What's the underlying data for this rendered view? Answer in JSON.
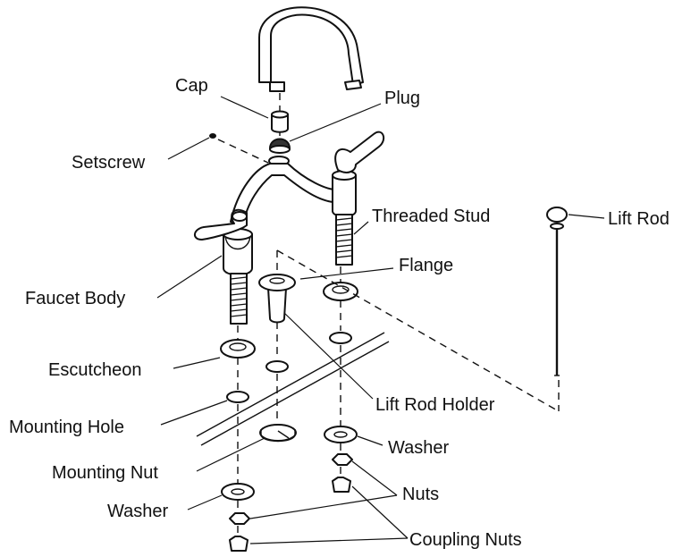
{
  "labels": {
    "cap": "Cap",
    "plug": "Plug",
    "setscrew": "Setscrew",
    "threaded_stud": "Threaded Stud",
    "lift_rod": "Lift Rod",
    "flange": "Flange",
    "faucet_body": "Faucet Body",
    "escutcheon": "Escutcheon",
    "lift_rod_holder": "Lift Rod Holder",
    "mounting_hole": "Mounting Hole",
    "washer_right": "Washer",
    "mounting_nut": "Mounting Nut",
    "nuts": "Nuts",
    "washer_left": "Washer",
    "coupling_nuts": "Coupling Nuts"
  }
}
